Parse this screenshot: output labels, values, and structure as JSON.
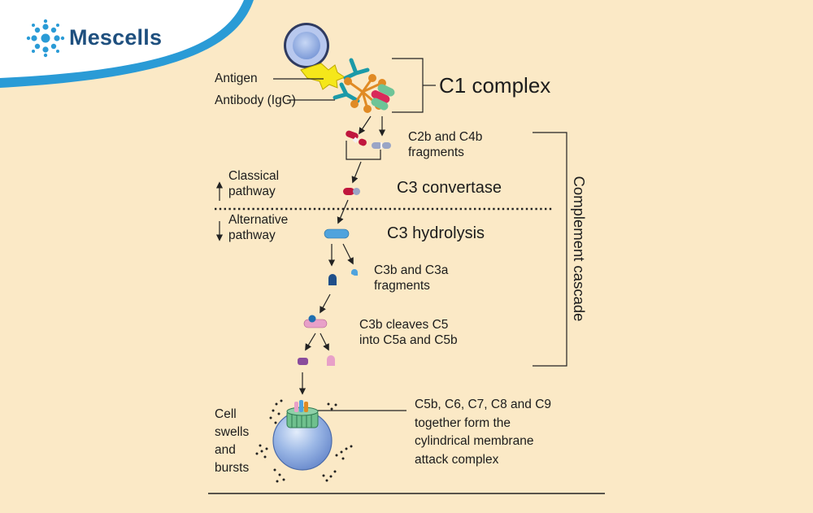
{
  "brand": {
    "name": "Mescells",
    "logo_icon": "cell-cluster-icon",
    "logo_color": "#1e4f7e",
    "accent": "#2a9bd6"
  },
  "colors": {
    "background": "#fbe9c6",
    "c2_fragment": "#c0163d",
    "c3_hydrolysis": "#4fa3dd",
    "c5_fragment": "#e8a0c8",
    "mac": "#69b88e",
    "cell": "#8eaee0"
  },
  "labels": {
    "antigen": "Antigen",
    "antibody": "Antibody (IgG)",
    "c1_complex": "C1 complex",
    "c2b_c4b": "C2b and C4b\nfragments",
    "classical": "Classical\npathway",
    "c3_convertase": "C3 convertase",
    "alternative": "Alternative\npathway",
    "c3_hydrolysis": "C3 hydrolysis",
    "c3b_c3a": "C3b and C3a\nfragments",
    "c3b_cleaves": "C3b cleaves C5\n into C5a and C5b",
    "complement_cascade": "Complement cascade",
    "cell_swells": "Cell\nswells\nand\nbursts",
    "mac": "C5b, C6, C7, C8 and C9\ntogether form the\ncylindrical membrane\nattack complex"
  }
}
